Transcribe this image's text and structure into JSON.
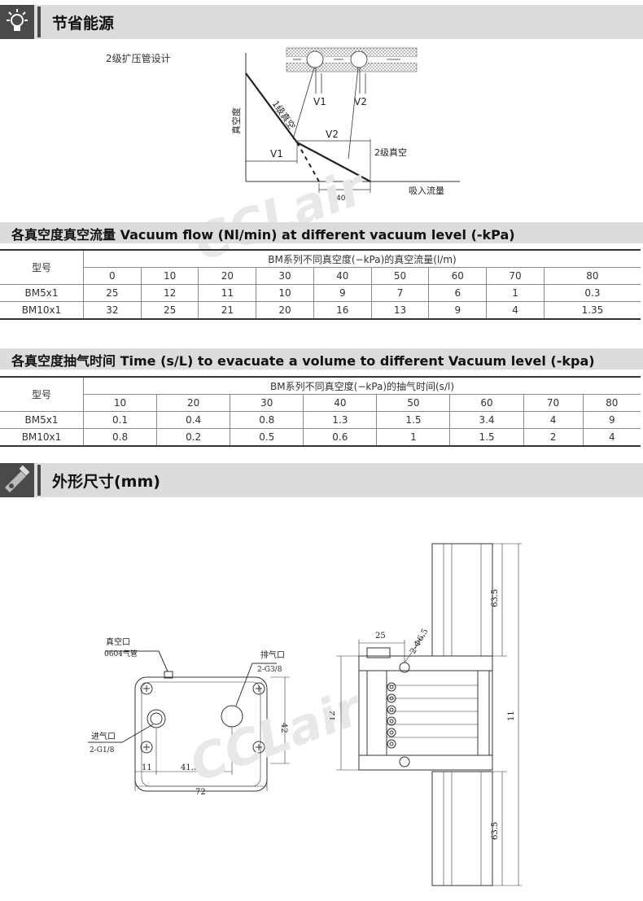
{
  "section1": {
    "title": "节省能源",
    "icon": "lightbulb-icon"
  },
  "ejector_diagram": {
    "label": "2级扩压管设计",
    "v1": "V1",
    "v2": "V2",
    "y_axis": "真空度",
    "stage1": "1级真空",
    "stage2": "2级真空",
    "x_axis": "吸入流量",
    "percent": "40%"
  },
  "flow_section": {
    "title": "各真空度真空流量 Vacuum flow (Nl/min) at different vacuum level (-kPa)"
  },
  "flow_table": {
    "model_header": "型号",
    "group_header": "BM系列不同真空度(−kPa)的真空流量(l/m)",
    "columns": [
      "0",
      "10",
      "20",
      "30",
      "40",
      "50",
      "60",
      "70",
      "80"
    ],
    "rows": [
      {
        "model": "BM5x1",
        "values": [
          "25",
          "12",
          "11",
          "10",
          "9",
          "7",
          "6",
          "1",
          "0.3"
        ]
      },
      {
        "model": "BM10x1",
        "values": [
          "32",
          "25",
          "21",
          "20",
          "16",
          "13",
          "9",
          "4",
          "1.35"
        ]
      }
    ]
  },
  "time_section": {
    "title": "各真空度抽气时间 Time (s/L) to evacuate a volume to different Vacuum level (-kpa)"
  },
  "time_table": {
    "model_header": "型号",
    "group_header": "BM系列不同真空度(−kPa)的抽气时间(s/l)",
    "columns": [
      "10",
      "20",
      "30",
      "40",
      "50",
      "60",
      "70",
      "80"
    ],
    "rows": [
      {
        "model": "BM5x1",
        "values": [
          "0.1",
          "0.4",
          "0.8",
          "1.3",
          "1.5",
          "3.4",
          "4",
          "9"
        ]
      },
      {
        "model": "BM10x1",
        "values": [
          "0.8",
          "0.2",
          "0.5",
          "0.6",
          "1",
          "1.5",
          "2",
          "4"
        ]
      }
    ]
  },
  "section2": {
    "title": "外形尺寸(mm)",
    "icon": "caliper-icon"
  },
  "drawing_front": {
    "vacuum_port": "真空口",
    "vacuum_port_tube": "0604气管",
    "exhaust": "排气口",
    "exhaust_thread": "2-G3/8",
    "inlet": "进气口",
    "inlet_thread": "2-G1/8",
    "dim_42": "42",
    "dim_11": "11",
    "dim_41_5": "41.5",
    "dim_72": "72"
  },
  "drawing_side": {
    "dim_25": "25",
    "dim_hole": "2-Φ6.5",
    "dim_12": "12",
    "dim_63_5_top": "63.5",
    "dim_63_5_bottom": "63.5",
    "dim_11": "11"
  },
  "watermark": "CCLair"
}
